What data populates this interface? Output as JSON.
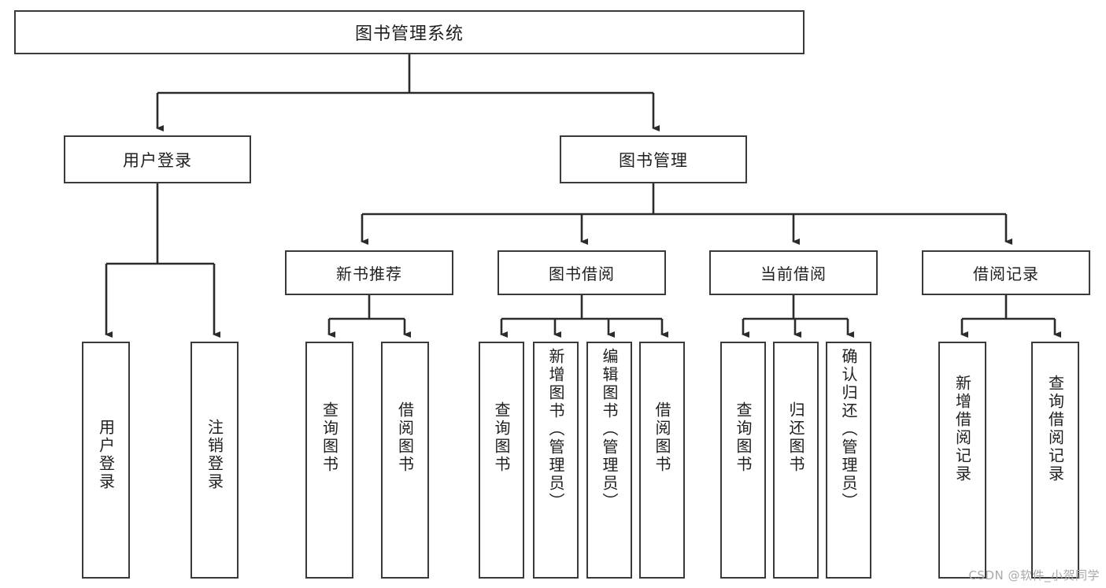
{
  "diagram": {
    "type": "tree-hierarchy",
    "title": "图书管理系统",
    "watermark": "CSDN @软件_小贺同学",
    "colors": {
      "box_border": "#3a3a3a",
      "box_fill": "#ffffff",
      "connector": "#2b2b2b",
      "text": "#1f1f1f",
      "watermark": "#a9a9a9"
    },
    "nodes": {
      "root": {
        "label": "图书管理系统",
        "level": 1
      },
      "n_user_login": {
        "label": "用户登录",
        "level": 2
      },
      "n_book_manage": {
        "label": "图书管理",
        "level": 2
      },
      "n_new_book_rec": {
        "label": "新书推荐",
        "level": 3
      },
      "n_book_borrow": {
        "label": "图书借阅",
        "level": 3
      },
      "n_current_borrow": {
        "label": "当前借阅",
        "level": 3
      },
      "n_borrow_record": {
        "label": "借阅记录",
        "level": 3
      },
      "leaf_user_login": {
        "label": "用户登录",
        "level": 4
      },
      "leaf_logout": {
        "label": "注销登录",
        "level": 4
      },
      "leaf_query_book_1": {
        "label": "查询图书",
        "level": 4
      },
      "leaf_borrow_book_1": {
        "label": "借阅图书",
        "level": 4
      },
      "leaf_query_book_2": {
        "label": "查询图书",
        "level": 4
      },
      "leaf_add_book": {
        "label": "新增图书（管理员）",
        "level": 4
      },
      "leaf_edit_book": {
        "label": "编辑图书（管理员）",
        "level": 4
      },
      "leaf_borrow_book_2": {
        "label": "借阅图书",
        "level": 4
      },
      "leaf_query_book_3": {
        "label": "查询图书",
        "level": 4
      },
      "leaf_return_book": {
        "label": "归还图书",
        "level": 4
      },
      "leaf_confirm_return": {
        "label": "确认归还（管理员）",
        "level": 4
      },
      "leaf_add_record": {
        "label": "新增借阅记录",
        "level": 4
      },
      "leaf_query_record": {
        "label": "查询借阅记录",
        "level": 4
      }
    },
    "edges": [
      {
        "from": "root",
        "to": "n_user_login"
      },
      {
        "from": "root",
        "to": "n_book_manage"
      },
      {
        "from": "n_user_login",
        "to": "leaf_user_login"
      },
      {
        "from": "n_user_login",
        "to": "leaf_logout"
      },
      {
        "from": "n_book_manage",
        "to": "n_new_book_rec"
      },
      {
        "from": "n_book_manage",
        "to": "n_book_borrow"
      },
      {
        "from": "n_book_manage",
        "to": "n_current_borrow"
      },
      {
        "from": "n_book_manage",
        "to": "n_borrow_record"
      },
      {
        "from": "n_new_book_rec",
        "to": "leaf_query_book_1"
      },
      {
        "from": "n_new_book_rec",
        "to": "leaf_borrow_book_1"
      },
      {
        "from": "n_book_borrow",
        "to": "leaf_query_book_2"
      },
      {
        "from": "n_book_borrow",
        "to": "leaf_add_book"
      },
      {
        "from": "n_book_borrow",
        "to": "leaf_edit_book"
      },
      {
        "from": "n_book_borrow",
        "to": "leaf_borrow_book_2"
      },
      {
        "from": "n_current_borrow",
        "to": "leaf_query_book_3"
      },
      {
        "from": "n_current_borrow",
        "to": "leaf_return_book"
      },
      {
        "from": "n_current_borrow",
        "to": "leaf_confirm_return"
      },
      {
        "from": "n_borrow_record",
        "to": "leaf_add_record"
      },
      {
        "from": "n_borrow_record",
        "to": "leaf_query_record"
      }
    ]
  }
}
